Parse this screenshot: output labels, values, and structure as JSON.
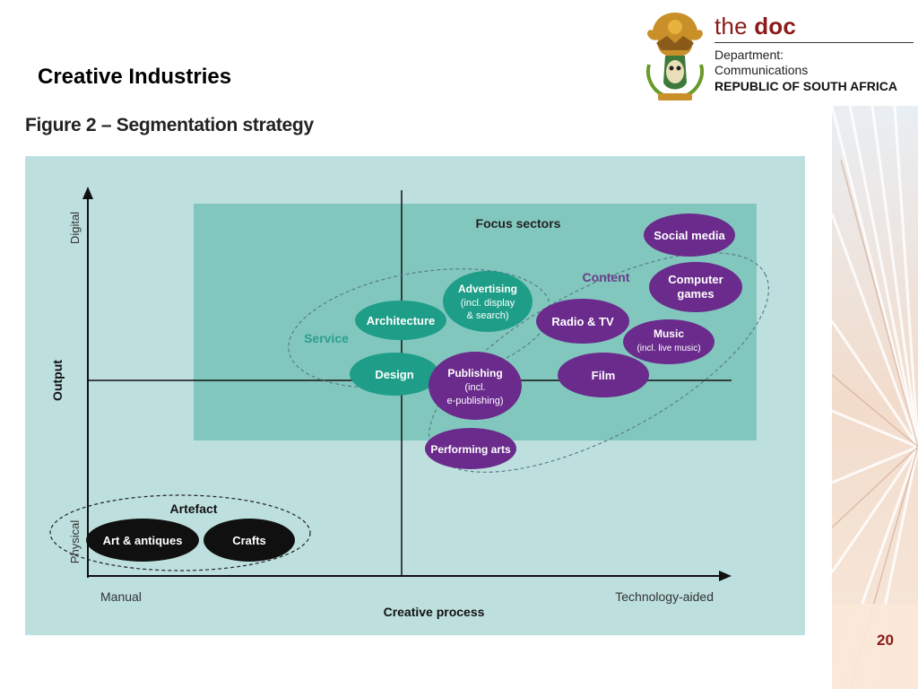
{
  "slide": {
    "title": "Creative Industries",
    "figure_title": "Figure 2 – Segmentation strategy",
    "page_number": "20"
  },
  "logo": {
    "brand_prefix": "the",
    "brand_name": "doc",
    "line1": "Department:",
    "line2": "Communications",
    "line3": "REPUBLIC OF SOUTH AFRICA"
  },
  "diagram": {
    "axis_y_label": "Output",
    "axis_y_top": "Digital",
    "axis_y_bottom": "Physical",
    "axis_x_label": "Creative process",
    "axis_x_left": "Manual",
    "axis_x_right": "Technology-aided",
    "focus_label": "Focus sectors",
    "groups": {
      "service": "Service",
      "content": "Content",
      "artefact": "Artefact"
    },
    "service_sectors": {
      "architecture": "Architecture",
      "advertising": [
        "Advertising",
        "(incl. display",
        "& search)"
      ],
      "design": "Design"
    },
    "content_sectors": {
      "social_media": "Social media",
      "computer_games": [
        "Computer",
        "games"
      ],
      "radio_tv": "Radio & TV",
      "music": [
        "Music",
        "(incl. live music)"
      ],
      "film": "Film",
      "publishing": [
        "Publishing",
        "(incl.",
        "e-publishing)"
      ],
      "performing_arts": "Performing arts"
    },
    "artefact_sectors": {
      "art_antiques": "Art & antiques",
      "crafts": "Crafts"
    },
    "colors": {
      "background": "#bde0df",
      "focus_panel": "#82c7bd",
      "service_fill": "#1e9e88",
      "content_fill": "#6a2b8c",
      "artefact_fill": "#101010",
      "group_label": "#2b9f8e",
      "content_label": "#6a3c8c"
    }
  }
}
